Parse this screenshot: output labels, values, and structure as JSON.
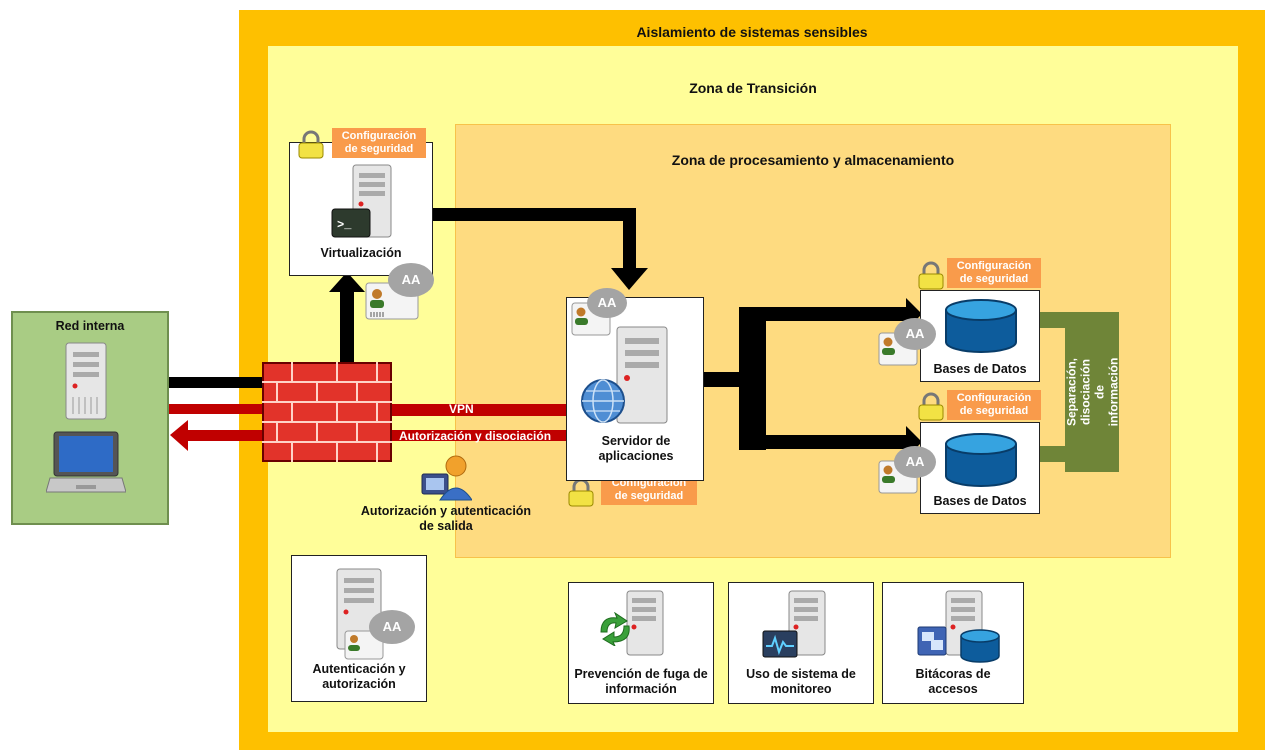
{
  "zones": {
    "outer": "Aislamiento de sistemas sensibles",
    "transition": "Zona de Transición",
    "processing": "Zona de procesamiento y almacenamiento"
  },
  "network": {
    "label": "Red interna"
  },
  "nodes": {
    "virtualization": "Virtualización",
    "app_server": "Servidor de aplicaciones",
    "db1": "Bases de Datos",
    "db2": "Bases de Datos",
    "authn": "Autenticación y autorización",
    "dlp": "Prevención de fuga de información",
    "monitoring": "Uso de sistema de monitoreo",
    "logs": "Bitácoras de accesos",
    "exit_auth": "Autorización y autenticación de salida"
  },
  "security_config": "Configuración de seguridad",
  "aa_badge": "AA",
  "flows": {
    "vpn": "VPN",
    "auth_disoc": "Autorización y disociación"
  },
  "separation": "Separación, disociación de información",
  "colors": {
    "outer_zone": "#fec000",
    "transition_zone": "#fffe99",
    "processing_zone": "#fedb80",
    "internal_network": "#a9cc84",
    "config_badge": "#f99b4b",
    "arrow_red": "#c00000",
    "separation_bar": "#6f8538"
  }
}
